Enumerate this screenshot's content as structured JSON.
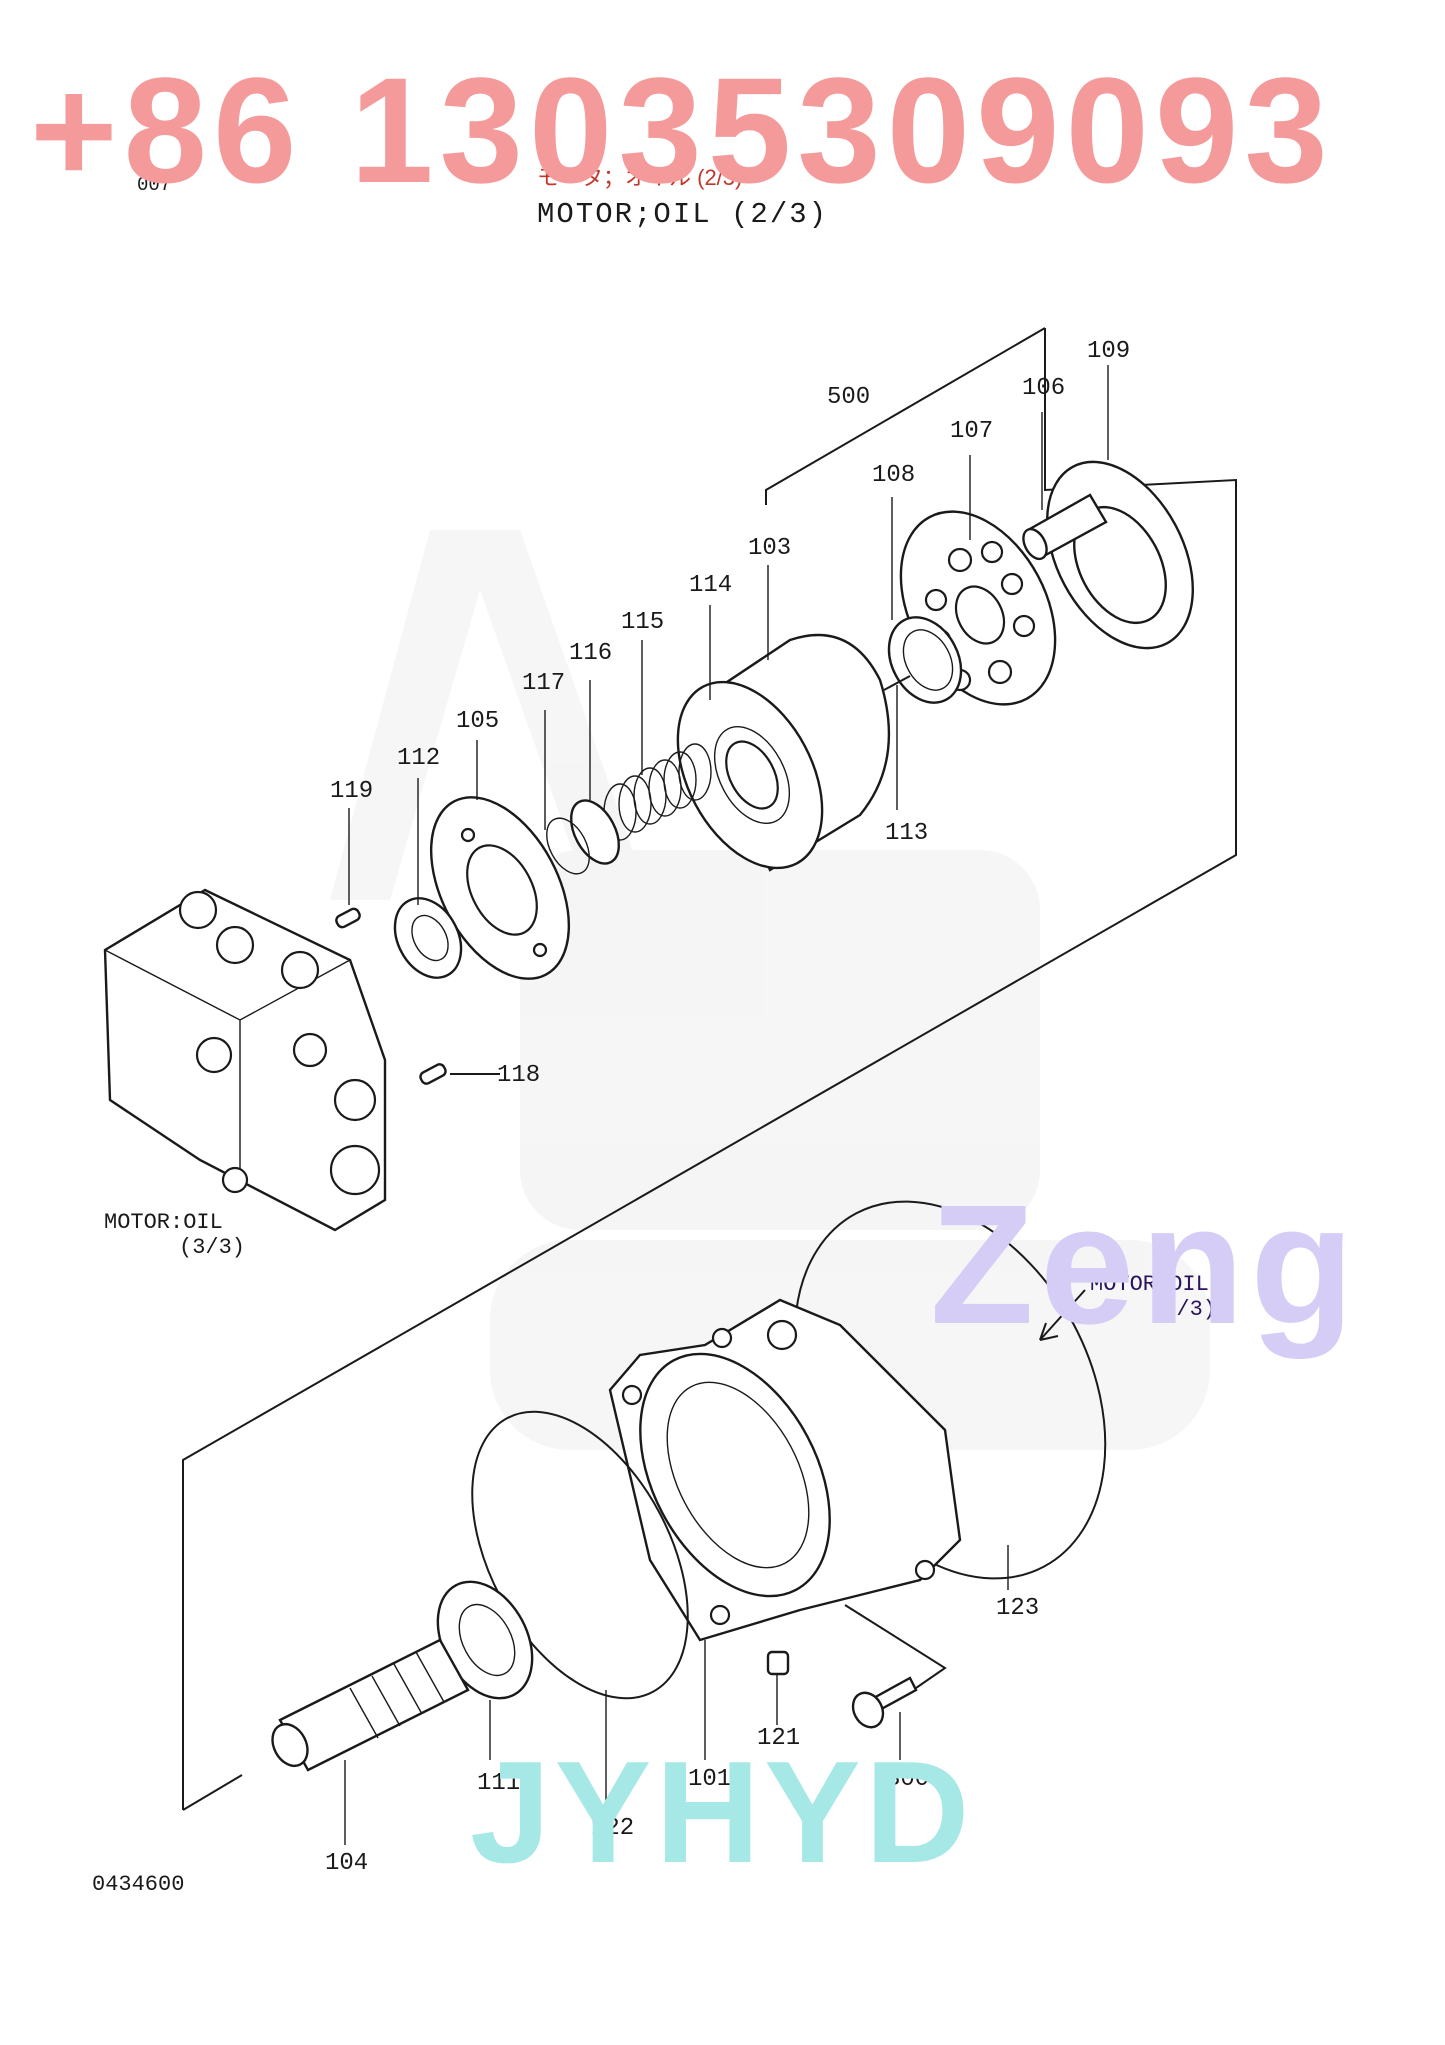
{
  "page_number": "007",
  "title_jp": "モータ；オイル (2/3)",
  "title_en": "MOTOR;OIL (2/3)",
  "contact_phone": "+86 13035309093",
  "figure_number": "0434600",
  "references": [
    {
      "id": "ref-3-3",
      "line1": "MOTOR:OIL",
      "line2": "(3/3)"
    },
    {
      "id": "ref-1-3",
      "line1": "MOTOR:OIL",
      "line2": "(1/3)"
    }
  ],
  "callouts": [
    "500",
    "109",
    "106",
    "107",
    "108",
    "103",
    "114",
    "115",
    "116",
    "117",
    "105",
    "112",
    "119",
    "113",
    "118",
    "123",
    "121",
    "300",
    "101",
    "111",
    "122",
    "104"
  ],
  "watermarks": {
    "zeng": "Zeng",
    "jyhyd": "JYHYD"
  },
  "colors": {
    "phone": "#f59a9a",
    "title_jp": "#c0392b",
    "watermark_zeng": "#d6cdf7",
    "watermark_jyhyd": "#a5e8e6",
    "line_art": "#1a1a1a"
  }
}
